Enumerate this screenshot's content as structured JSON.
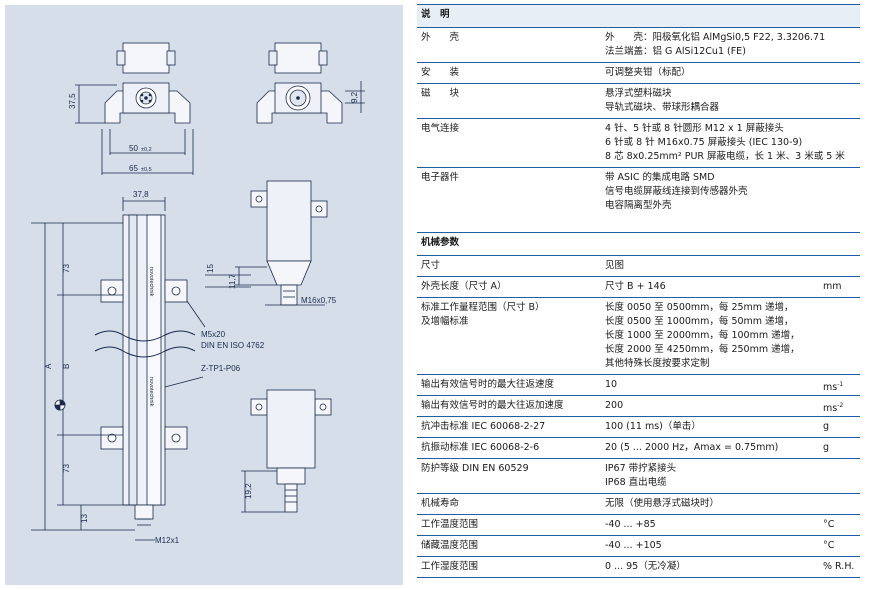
{
  "drawing": {
    "dims": {
      "h_37_5": "37,5",
      "w_50": "50",
      "w_50_tol": "±0,2",
      "w_65": "65",
      "w_65_tol": "±0,5",
      "h_9_2": "9,2",
      "w_37_8": "37,8",
      "h_15": "15",
      "h_11_7": "11,7",
      "thread_m16": "M16x0,75",
      "screw_m5": "M5x20",
      "screw_std": "DIN EN ISO 4762",
      "clamp_ref": "Z-TP1-P06",
      "len_73_top": "73",
      "len_b": "B",
      "len_a": "A",
      "len_73_bottom": "73",
      "len_13": "13",
      "h_19_2": "19,2",
      "thread_m12": "M12x1",
      "brand": "novotechnik"
    }
  },
  "spec": {
    "desc_header": "说　明",
    "rows": [
      {
        "label": "外　　壳",
        "values": [
          "外　　壳：阳极氧化铝 AlMgSi0,5 F22, 3.3206.71",
          "法兰端盖：铝 G AlSi12Cu1 (FE)"
        ],
        "unit": ""
      },
      {
        "label": "安　　装",
        "values": [
          "可调整夹钳（标配）"
        ],
        "unit": ""
      },
      {
        "label": "磁　　块",
        "values": [
          "悬浮式塑料磁块",
          "导轨式磁块、带球形耦合器"
        ],
        "unit": ""
      },
      {
        "label": "电气连接",
        "values": [
          "4 针、5 针或 8 针圆形 M12 x 1 屏蔽接头",
          "6 针或 8 针 M16x0.75 屏蔽接头 (IEC 130-9)",
          "8 芯 8x0.25mm² PUR 屏蔽电缆，长 1 米、3 米或 5 米"
        ],
        "unit": ""
      },
      {
        "label": "电子器件",
        "values": [
          "带 ASIC 的集成电路 SMD",
          "信号电缆屏蔽线连接到传感器外壳",
          "电容隔离型外壳"
        ],
        "unit": ""
      }
    ],
    "mech_header": "机械参数",
    "mech_rows": [
      {
        "label": "尺寸",
        "values": [
          "见图"
        ],
        "unit": ""
      },
      {
        "label": "外壳长度（尺寸 A）",
        "values": [
          "尺寸 B + 146"
        ],
        "unit": "mm"
      },
      {
        "label": "标准工作量程范围（尺寸 B）",
        "label2": "及增幅标准",
        "values": [
          "长度 0050 至 0500mm，每 25mm 递增，",
          "长度 0500 至 1000mm，每 50mm 递增，",
          "长度 1000 至 2000mm，每 100mm 递增，",
          "长度 2000 至 4250mm，每 250mm 递增，",
          "其他特殊长度按要求定制"
        ],
        "unit": ""
      },
      {
        "label": "输出有效信号时的最大往返速度",
        "values": [
          "10"
        ],
        "unit": "ms",
        "sup": "-1"
      },
      {
        "label": "输出有效信号时的最大往返加速度",
        "values": [
          "200"
        ],
        "unit": "ms",
        "sup": "-2"
      },
      {
        "label": "抗冲击标准 IEC 60068-2-27",
        "values": [
          "100 (11 ms)（单击）"
        ],
        "unit": "g"
      },
      {
        "label": "抗振动标准 IEC 60068-2-6",
        "values": [
          "20 (5 ... 2000 Hz，Amax = 0.75mm)"
        ],
        "unit": "g"
      },
      {
        "label": "防护等级 DIN EN 60529",
        "values": [
          "IP67 带拧紧接头",
          "IP68 直出电缆"
        ],
        "unit": ""
      },
      {
        "label": "机械寿命",
        "values": [
          "无限（使用悬浮式磁块时）"
        ],
        "unit": ""
      },
      {
        "label": "工作温度范围",
        "values": [
          "-40 ... +85"
        ],
        "unit": "°C"
      },
      {
        "label": "储藏温度范围",
        "values": [
          "-40 ... +105"
        ],
        "unit": "°C"
      },
      {
        "label": "工作湿度范围",
        "values": [
          "0 ... 95（无冷凝）"
        ],
        "unit": "% R.H."
      }
    ]
  }
}
